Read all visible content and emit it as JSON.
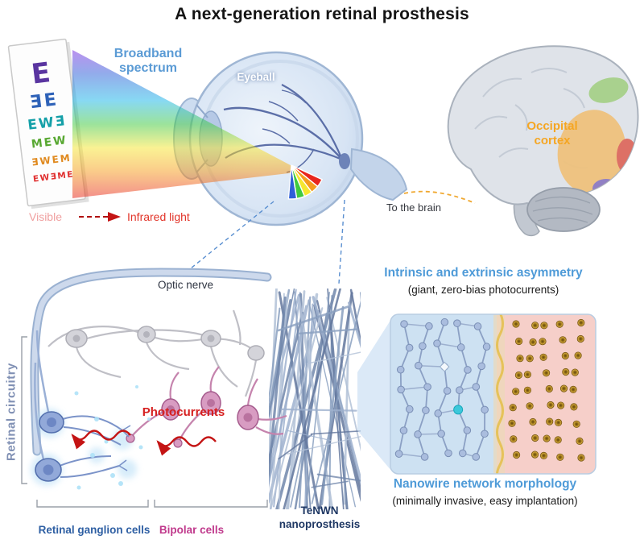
{
  "title": "A next-generation retinal prosthesis",
  "top": {
    "broadband_spectrum": "Broadband spectrum",
    "eyeball": "Eyeball",
    "occipital_cortex": "Occipital cortex",
    "to_the_brain": "To the brain",
    "visible": "Visible",
    "infrared_light": "Infrared light"
  },
  "eye_chart": {
    "rows": [
      "E",
      "ƎE",
      "EWƎ",
      "MEW",
      "ƎWEM",
      "EWƎME"
    ]
  },
  "bottom_left": {
    "optic_nerve": "Optic nerve",
    "retinal_circuitry": "Retinal circuitry",
    "photocurrents": "Photocurrents",
    "retinal_ganglion_cells": "Retinal ganglion cells",
    "bipolar_cells": "Bipolar cells",
    "tenwn_nanoprosthesis": "TeNWN nanoprosthesis"
  },
  "bottom_right": {
    "asymmetry_heading": "Intrinsic and extrinsic asymmetry",
    "asymmetry_sub": "(giant, zero-bias photocurrents)",
    "morphology_heading": "Nanowire network morphology",
    "morphology_sub": "(minimally invasive, easy implantation)"
  },
  "colors": {
    "heading_blue": "#4f9bd8",
    "broadband_blue": "#5b9bd5",
    "occipital_orange": "#f5a623",
    "infrared_red": "#e2352a",
    "visible_pink": "#f0a0a0",
    "photocurrent_red": "#d61f1f",
    "ganglion_blue": "#2e5fa3",
    "bipolar_magenta": "#c0398c",
    "tenwn_navy": "#1f3864",
    "retinal_circuitry_slate": "#8090b4"
  }
}
